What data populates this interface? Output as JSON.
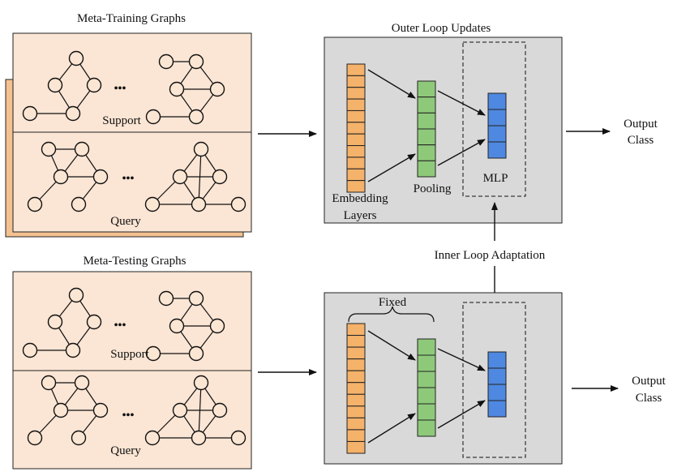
{
  "labels": {
    "meta_training": "Meta-Training Graphs",
    "meta_testing": "Meta-Testing Graphs",
    "outer_loop": "Outer Loop Updates",
    "support": "Support",
    "query": "Query",
    "dots": "•••",
    "embedding_line1": "Embedding",
    "embedding_line2": "Layers",
    "pooling": "Pooling",
    "mlp": "MLP",
    "inner_loop": "Inner Loop Adaptation",
    "fixed": "Fixed",
    "output_line1": "Output",
    "output_line2": "Class"
  },
  "colors": {
    "graph_panel": "#fbe5d4",
    "graph_panel_shadow": "#f4c191",
    "module_box": "#d9d9d9",
    "embedding_layer": "#f4b26a",
    "pooling_layer": "#8ec97a",
    "mlp_layer": "#4f88e0"
  },
  "layers": {
    "embedding_cells": 11,
    "pooling_cells": 6,
    "mlp_cells": 4
  }
}
